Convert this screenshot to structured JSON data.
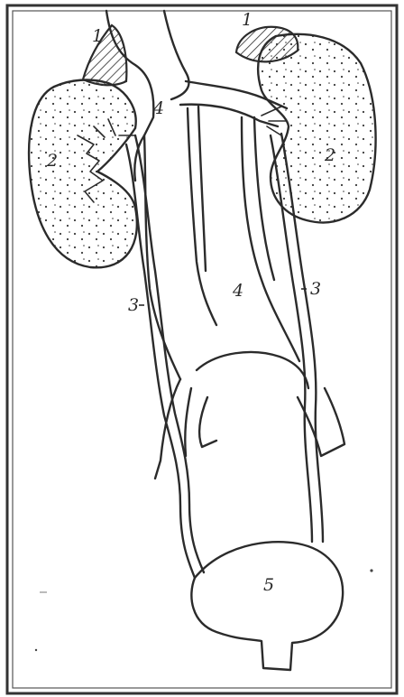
{
  "figure": {
    "background": "#ffffff",
    "ink_color": "#2b2b2b",
    "labels": {
      "adrenal_left": "1",
      "adrenal_right": "1",
      "kidney_left": "2",
      "kidney_right": "2",
      "ureter_left": "3",
      "ureter_right": "3",
      "vessel_top": "4",
      "vessel_middle": "4",
      "bladder": "5"
    }
  }
}
